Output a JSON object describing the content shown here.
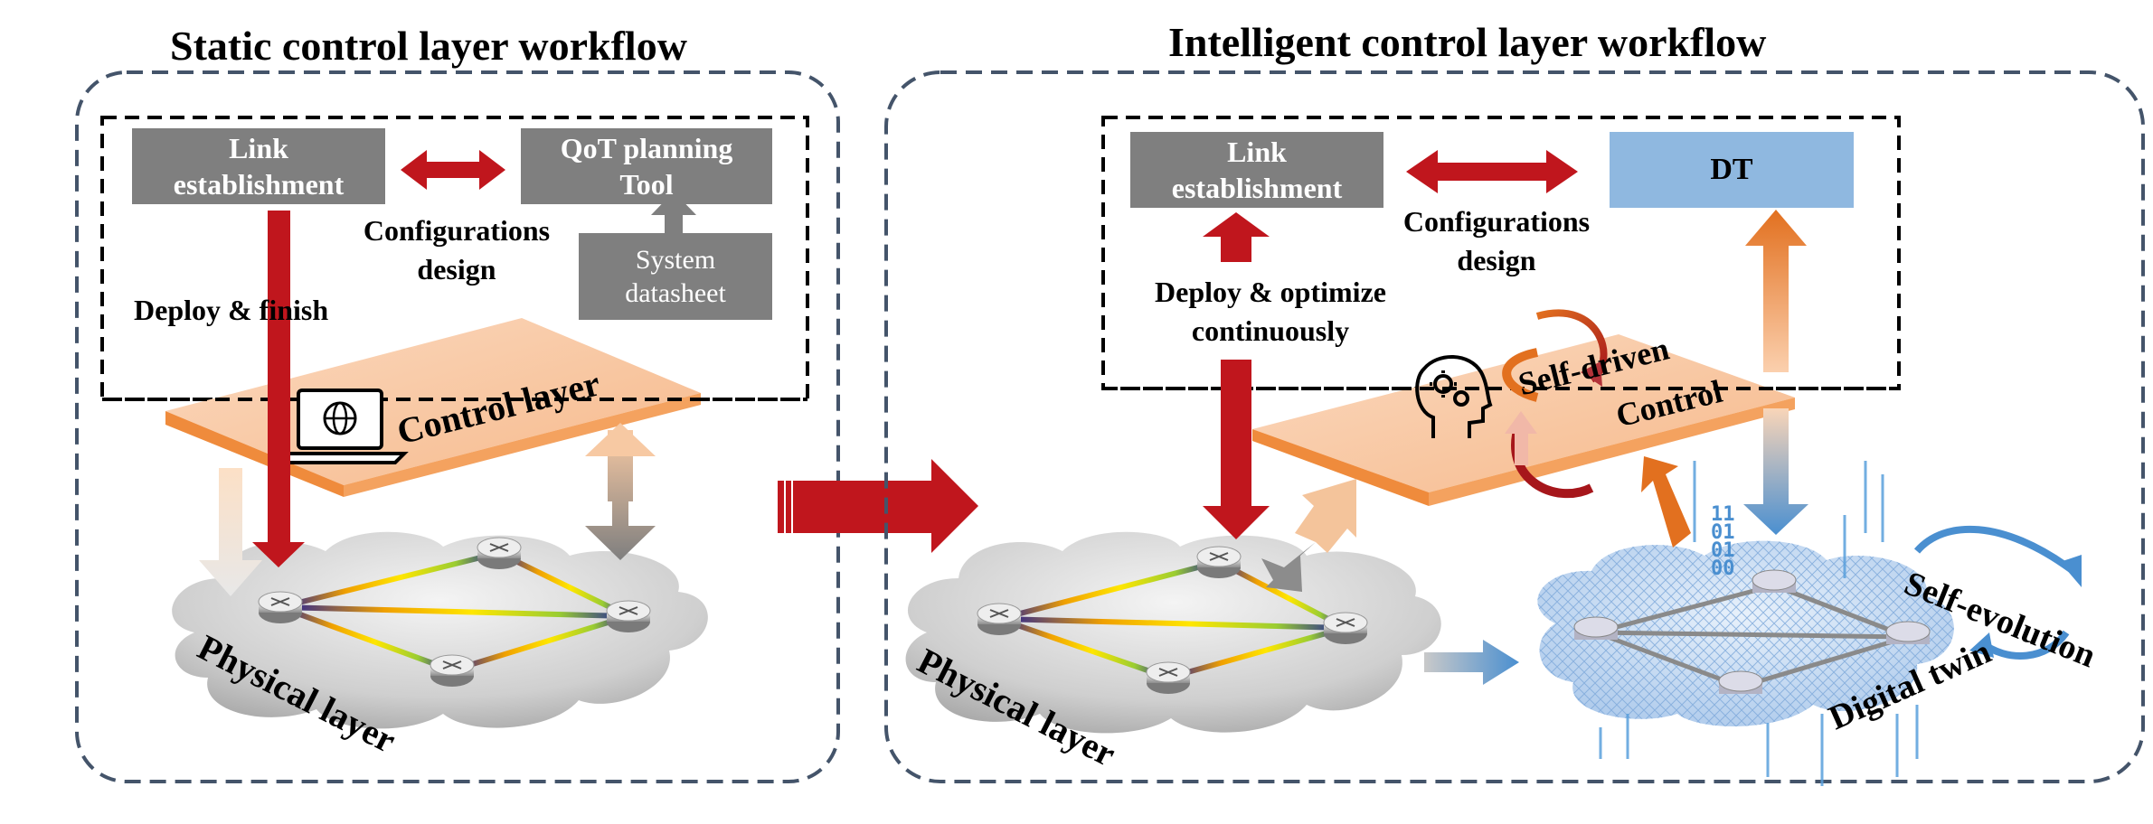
{
  "left": {
    "title": "Static control layer workflow",
    "link_box": [
      "Link",
      "establishment"
    ],
    "qot_box": [
      "QoT planning",
      "Tool"
    ],
    "datasheet_box": [
      "System",
      "datasheet"
    ],
    "config_label": [
      "Configurations",
      "design"
    ],
    "deploy_label": "Deploy & finish",
    "control_layer_label": "Control layer",
    "physical_layer_label": "Physical layer"
  },
  "right": {
    "title": "Intelligent control layer workflow",
    "link_box": [
      "Link",
      "establishment"
    ],
    "dt_box": "DT",
    "config_label": [
      "Configurations",
      "design"
    ],
    "deploy_label": [
      "Deploy & optimize",
      "continuously"
    ],
    "self_driven_label": "Self-driven",
    "control_label": "Control",
    "physical_layer_label": "Physical layer",
    "self_evolution_label": "Self-evolution",
    "digital_twin_label": "Digital twin",
    "binary_text": [
      "1",
      "1",
      "0",
      "1",
      "0",
      "1",
      "0",
      "0"
    ]
  },
  "colors": {
    "gray_box": "#7f7f7f",
    "dt_box": "#8fb8e0",
    "red_arrow": "#c0161d",
    "orange_arrow": "#e2701f",
    "blue_arrow": "#4a8fd0",
    "layer_fill": "#f9cfae",
    "layer_edge": "#ef8b3c",
    "frame": "#44546a"
  }
}
